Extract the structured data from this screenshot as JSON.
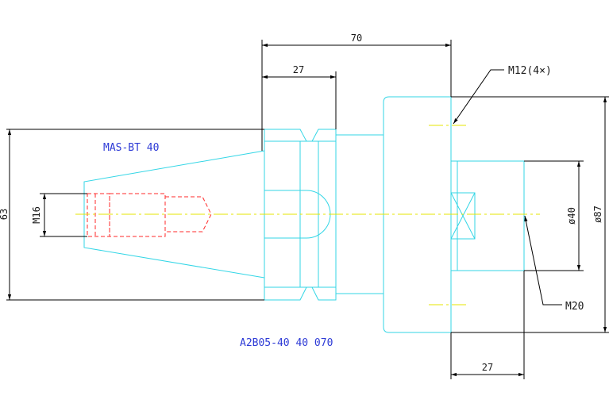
{
  "labels": {
    "taper_standard": "MAS-BT 40",
    "part_number": "A2B05-40 40 070"
  },
  "dimensions": {
    "overall_length": "70",
    "taper_to_shoulder": "27",
    "face_depth": "27",
    "taper_diameter": "63",
    "thread": "M16",
    "pilot_diameter": "ø40",
    "flange_diameter": "ø87"
  },
  "callouts": {
    "holes": "M12(4×)",
    "center_thread": "M20"
  },
  "colors": {
    "outline": "#33d6e6",
    "hidden": "#ff2a2a",
    "centerline": "#e6e600",
    "dimension": "#000000",
    "label": "#2d3ad6"
  }
}
